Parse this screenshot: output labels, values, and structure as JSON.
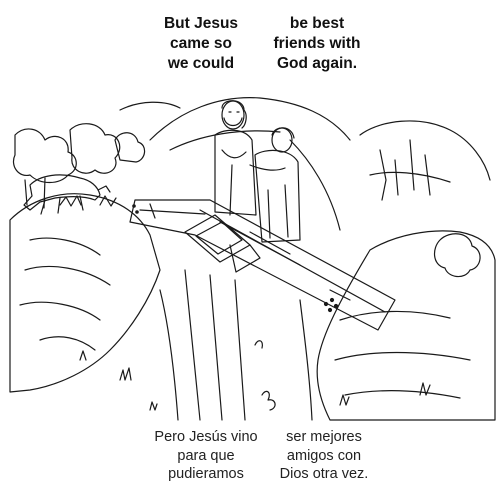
{
  "english": {
    "left": "But Jesus\ncame so\nwe could",
    "right": "be best\nfriends with\nGod again."
  },
  "spanish": {
    "left": "Pero Jesús vino\npara que\npudieramos",
    "right": "ser mejores\namigos con\nDios otra vez."
  }
}
